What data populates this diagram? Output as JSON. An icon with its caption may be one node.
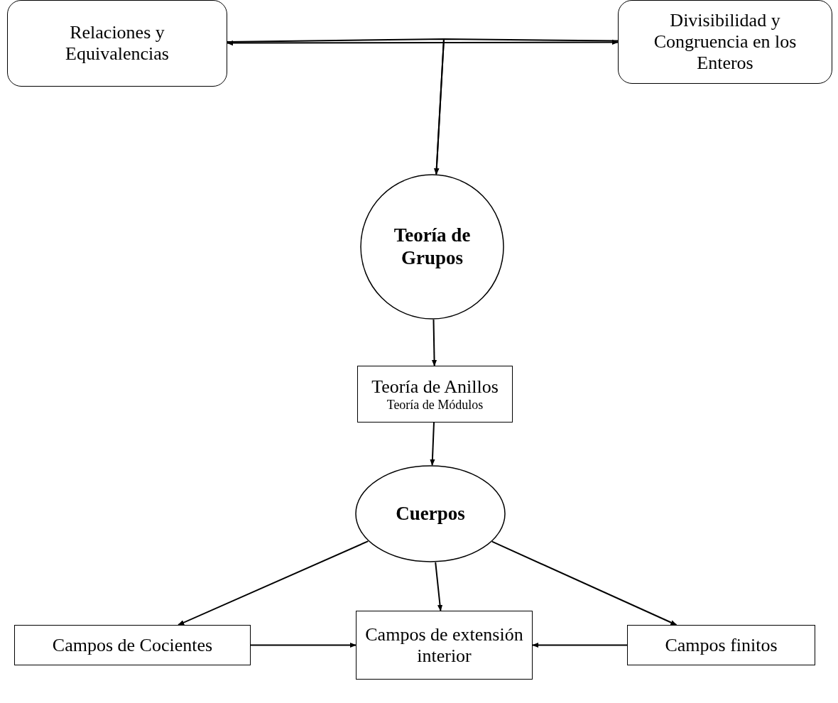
{
  "diagram": {
    "nodes": [
      {
        "text": [
          "Relaciones y Equivalencias"
        ]
      },
      {
        "text": [
          "Divisibilidad y Congruencia en los Enteros"
        ]
      },
      {
        "text": [
          "Teoría de Grupos"
        ]
      },
      {
        "text": [
          "Teoría de Anillos",
          "Teoría de Módulos"
        ]
      },
      {
        "text": [
          "Cuerpos"
        ]
      },
      {
        "text": [
          "Campos de Cocientes"
        ]
      },
      {
        "text": [
          "Campos de extensión interior"
        ]
      },
      {
        "text": [
          "Campos finitos"
        ]
      }
    ],
    "edges": [
      {
        "from": 0,
        "to": 1,
        "arrow": "both"
      },
      {
        "from": 0,
        "to": 2,
        "arrow": "to"
      },
      {
        "from": 1,
        "to": 2,
        "arrow": "to"
      },
      {
        "from": 2,
        "to": 3,
        "arrow": "to"
      },
      {
        "from": 3,
        "to": 4,
        "arrow": "to"
      },
      {
        "from": 4,
        "to": 5,
        "arrow": "to"
      },
      {
        "from": 4,
        "to": 6,
        "arrow": "to"
      },
      {
        "from": 4,
        "to": 7,
        "arrow": "to"
      },
      {
        "from": 5,
        "to": 6,
        "arrow": "to"
      },
      {
        "from": 7,
        "to": 6,
        "arrow": "to"
      }
    ]
  }
}
